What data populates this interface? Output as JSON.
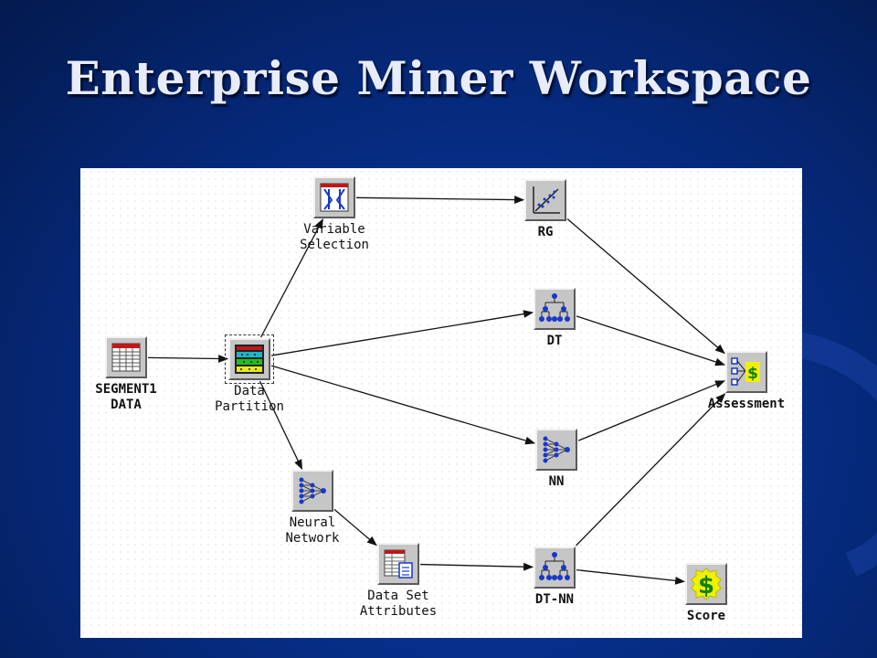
{
  "slide": {
    "title": "Enterprise Miner Workspace"
  },
  "nodes": [
    {
      "id": "segment1-data",
      "label": "SEGMENT1\nDATA",
      "icon": "data-table-icon"
    },
    {
      "id": "data-partition",
      "label": "Data\nPartition",
      "icon": "data-partition-icon"
    },
    {
      "id": "variable-selection",
      "label": "Variable\nSelection",
      "icon": "variable-selection-icon"
    },
    {
      "id": "rg",
      "label": "RG",
      "icon": "regression-icon"
    },
    {
      "id": "dt",
      "label": "DT",
      "icon": "decision-tree-icon"
    },
    {
      "id": "nn",
      "label": "NN",
      "icon": "neural-network-icon"
    },
    {
      "id": "assessment",
      "label": "Assessment",
      "icon": "assessment-icon"
    },
    {
      "id": "neural-network",
      "label": "Neural\nNetwork",
      "icon": "neural-network-icon"
    },
    {
      "id": "data-set-attributes",
      "label": "Data Set\nAttributes",
      "icon": "data-set-attributes-icon"
    },
    {
      "id": "dt-nn",
      "label": "DT-NN",
      "icon": "decision-tree-icon"
    },
    {
      "id": "score",
      "label": "Score",
      "icon": "score-icon"
    }
  ],
  "connections": [
    [
      "segment1-data",
      "data-partition"
    ],
    [
      "data-partition",
      "variable-selection"
    ],
    [
      "variable-selection",
      "rg"
    ],
    [
      "data-partition",
      "dt"
    ],
    [
      "data-partition",
      "nn"
    ],
    [
      "data-partition",
      "neural-network"
    ],
    [
      "neural-network",
      "data-set-attributes"
    ],
    [
      "data-set-attributes",
      "dt-nn"
    ],
    [
      "dt-nn",
      "score"
    ],
    [
      "rg",
      "assessment"
    ],
    [
      "dt",
      "assessment"
    ],
    [
      "nn",
      "assessment"
    ],
    [
      "dt-nn",
      "assessment"
    ]
  ],
  "colors": {
    "background": "#052672",
    "title": "#e8ecf8",
    "workspace": "#ffffff",
    "node_gray": "#c6c6c6",
    "icon_blue": "#1838c8",
    "score_yellow": "#f0f000",
    "score_green": "#108010"
  }
}
